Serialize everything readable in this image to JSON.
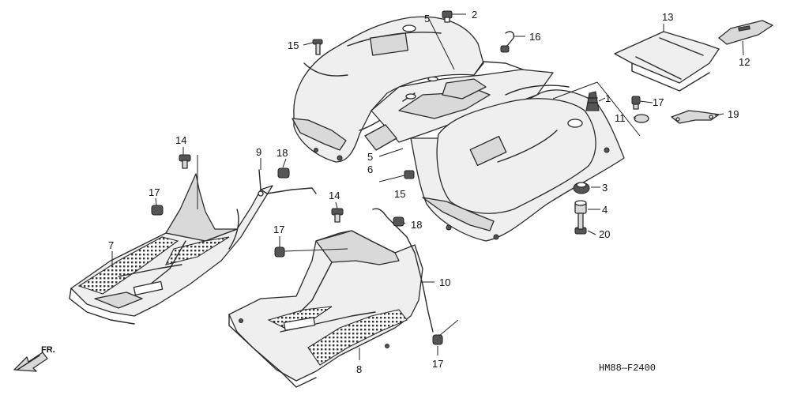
{
  "diagram_code": "HM88—F2400",
  "front_marker": {
    "label": "FR.",
    "icon": "front-direction-arrow"
  },
  "callouts": [
    {
      "part": "1",
      "name": "callout-1"
    },
    {
      "part": "2",
      "name": "callout-2"
    },
    {
      "part": "3",
      "name": "callout-3"
    },
    {
      "part": "4",
      "name": "callout-4"
    },
    {
      "part": "5",
      "name": "callout-5-rear-fender"
    },
    {
      "part": "5",
      "name": "callout-5-small"
    },
    {
      "part": "6",
      "name": "callout-6"
    },
    {
      "part": "7",
      "name": "callout-7"
    },
    {
      "part": "8",
      "name": "callout-8"
    },
    {
      "part": "9",
      "name": "callout-9"
    },
    {
      "part": "10",
      "name": "callout-10"
    },
    {
      "part": "11",
      "name": "callout-11"
    },
    {
      "part": "12",
      "name": "callout-12"
    },
    {
      "part": "13",
      "name": "callout-13"
    },
    {
      "part": "14",
      "name": "callout-14-left"
    },
    {
      "part": "14",
      "name": "callout-14-center"
    },
    {
      "part": "15",
      "name": "callout-15-top"
    },
    {
      "part": "15",
      "name": "callout-15-middle"
    },
    {
      "part": "16",
      "name": "callout-16"
    },
    {
      "part": "17",
      "name": "callout-17-right"
    },
    {
      "part": "17",
      "name": "callout-17-left"
    },
    {
      "part": "17",
      "name": "callout-17-center"
    },
    {
      "part": "17",
      "name": "callout-17-bottom"
    },
    {
      "part": "18",
      "name": "callout-18-upper"
    },
    {
      "part": "18",
      "name": "callout-18-lower"
    },
    {
      "part": "19",
      "name": "callout-19"
    },
    {
      "part": "20",
      "name": "callout-20"
    }
  ]
}
